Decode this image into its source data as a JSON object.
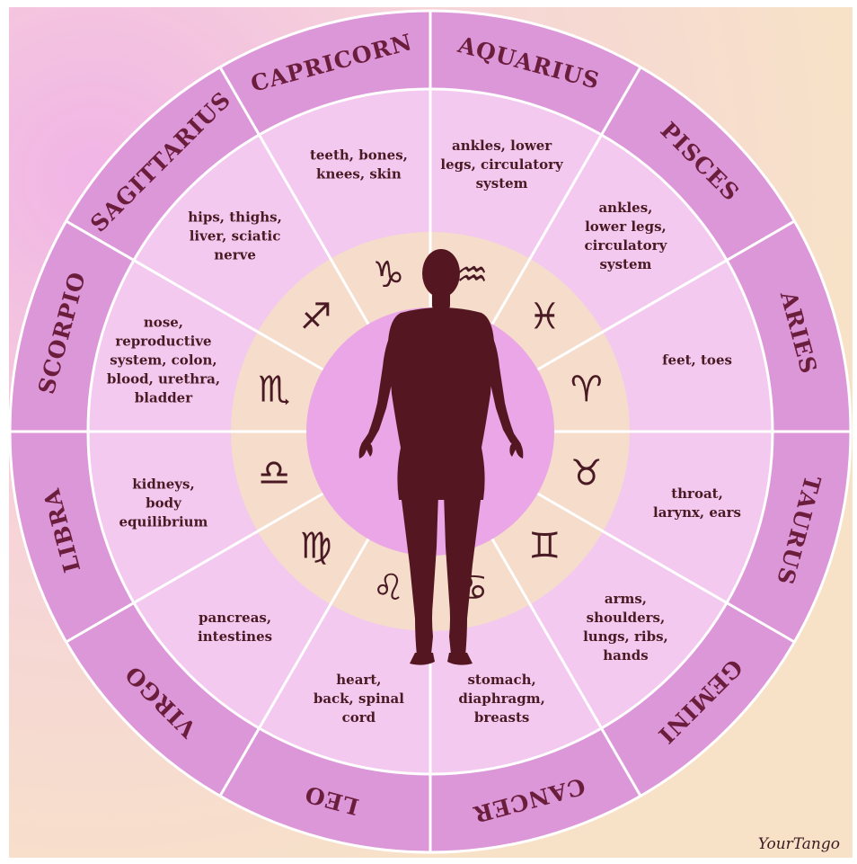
{
  "signs": [
    {
      "key": "capricorn",
      "name": "CAPRICORN",
      "glyph": "♑",
      "body_parts": [
        "teeth, bones,",
        "knees, skin"
      ]
    },
    {
      "key": "sagittarius",
      "name": "SAGITTARIUS",
      "glyph": "♐",
      "body_parts": [
        "hips, thighs,",
        "liver, sciatic",
        "nerve"
      ]
    },
    {
      "key": "scorpio",
      "name": "SCORPIO",
      "glyph": "♏",
      "body_parts": [
        "nose,",
        "reproductive",
        "system, colon,",
        "blood, urethra,",
        "bladder"
      ]
    },
    {
      "key": "libra",
      "name": "LIBRA",
      "glyph": "♎",
      "body_parts": [
        "kidneys,",
        "body",
        "equilibrium"
      ]
    },
    {
      "key": "virgo",
      "name": "VIRGO",
      "glyph": "♍",
      "body_parts": [
        "pancreas,",
        "intestines"
      ]
    },
    {
      "key": "leo",
      "name": "LEO",
      "glyph": "♌",
      "body_parts": [
        "heart,",
        "back, spinal",
        "cord"
      ]
    },
    {
      "key": "cancer",
      "name": "CANCER",
      "glyph": "♋",
      "body_parts": [
        "stomach,",
        "diaphragm,",
        "breasts"
      ]
    },
    {
      "key": "gemini",
      "name": "GEMINI",
      "glyph": "♊",
      "body_parts": [
        "arms,",
        "shoulders,",
        "lungs, ribs,",
        "hands"
      ]
    },
    {
      "key": "taurus",
      "name": "TAURUS",
      "glyph": "♉",
      "body_parts": [
        "throat,",
        "larynx, ears"
      ]
    },
    {
      "key": "aries",
      "name": "ARIES",
      "glyph": "♈",
      "body_parts": [
        "feet, toes"
      ]
    },
    {
      "key": "pisces",
      "name": "PISCES",
      "glyph": "♓",
      "body_parts": [
        "ankles,",
        "lower legs,",
        "circulatory",
        "system"
      ]
    },
    {
      "key": "aquarius",
      "name": "AQUARIUS",
      "glyph": "♒",
      "body_parts": [
        "ankles, lower",
        "legs, circulatory",
        "system"
      ]
    }
  ],
  "signature": "YourTango",
  "colors": {
    "background": "#f7dfc9",
    "outer_ring": "#dc97d9",
    "outer_ring_dark": "#cf86cc",
    "body_ring": "#f3c9ef",
    "glyph_ring": "#f5dccb",
    "center": "#eaa6e6",
    "divider": "#ffffff",
    "figure": "#541722",
    "sign_text": "#6b1d3c",
    "body_text": "#4a1a24"
  }
}
